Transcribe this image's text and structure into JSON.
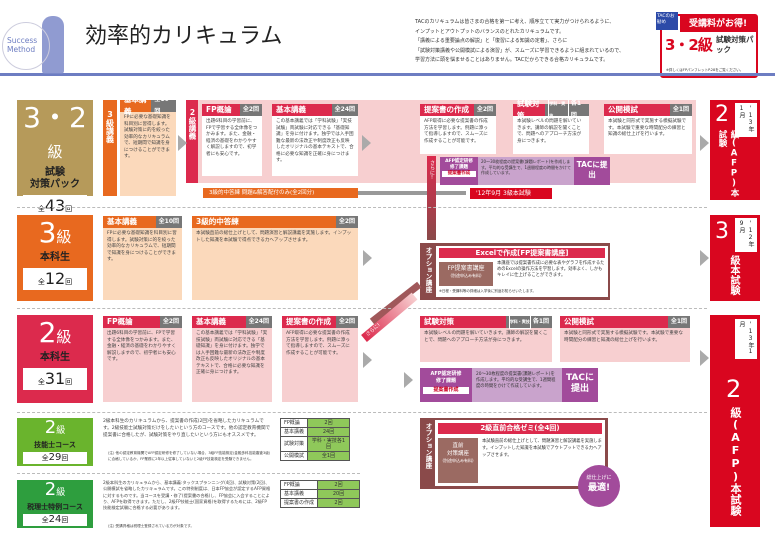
{
  "header": {
    "logo_line1": "Success",
    "logo_line2": "Method",
    "title": "効率的カリキュラム",
    "intro": [
      "TACのカリキュラムは皆さまの合格を第一に考え、順序立てて実力がつけられるように、",
      "インプットとアウトプットのバランスのとれたカリキュラムです。",
      "「講義による重要論点の解説」と「復習による知識の定着」、さらに",
      "「試験対策講義や公開模試による演習」が、スムーズに学習できるように組まれているので、",
      "学習方法に頭を悩ませることはありません。TACだからできる合格カリキュラムです。"
    ],
    "badge": {
      "tag": "TACのお勧め",
      "headline": "受講料がお得!",
      "grade": "3・2級",
      "name": "試験対策パック",
      "note": "※詳しくはFPパンフレットP.28をご覧ください。"
    }
  },
  "rows": {
    "pack": {
      "grade": "3・2",
      "kyu": "級",
      "name1": "試験",
      "name2": "対策パック",
      "total_prefix": "全",
      "total": "43",
      "total_suffix": "回",
      "strip3": "3級講義",
      "strip2": "2級講義",
      "c1": {
        "title": "基本講義",
        "count": "全10回",
        "body": "FPに必要な基礎知識を科目別に習得します。試験対策に的を絞った効率的なカリキュラムで、短期間で知識を身につけることができます。"
      },
      "c2": {
        "title": "FP概論",
        "count": "全2回",
        "body": "出題6科目の学習前に、FPで学習する全体像をつかみます。また、金融・経済の基礎をわかりやすく解説しますので、初学者にも安心です。"
      },
      "c3": {
        "title": "基本講義",
        "count": "全24回",
        "body": "この基本講義では「学科試験」「実技試験」両試験に対応できる「基礎知識」を身に付けます。独学では入手困難な最新の法改正や制度改正も反映したオリジナルの基本テキストで、合格に必要な知識を正確に身につけます。"
      },
      "c4": {
        "title": "提案書の作成",
        "count": "全2回",
        "body": "AFP取得に必要な提案書の作成方法を学習します。例題に添って指導しますので、スムーズに作成することが可能です。"
      },
      "c5": {
        "title": "試験対策",
        "count": "各1回",
        "tag": "学科・実技",
        "body": "本試験レベルの問題を解いていきます。講師の解説を聞くことで、問題へのアプローチ方法が身につきます。"
      },
      "c6": {
        "title": "公開模試",
        "count": "全1回",
        "body": "本試験と同形式で実施する模擬試験です。本試験で重要な時間配分の練習と知識の総仕上げを行います。"
      },
      "bar": "3級的中答練 問題&解答配付のみ(全2回分)",
      "exam3": "'12年9月 3級本試験",
      "sarani": "さらに!",
      "afp": {
        "label1": "AFP認定研修",
        "label2": "修了課題",
        "label3": "提案書作成",
        "body": "20〜30枚程度の提案書(課題レポート)を作成します。平均的な受講生で、1週間程度の時間をかけて作成しています。",
        "submit": "TACに提出"
      },
      "exam": {
        "date": "'13年1月",
        "grade": "2",
        "name": "級(AFP)本試験"
      }
    },
    "kyu3": {
      "grade": "3",
      "kyu": "級",
      "name": "本科生",
      "total_prefix": "全",
      "total": "12",
      "total_suffix": "回",
      "c1": {
        "title": "基本講義",
        "count": "全10回",
        "body": "FPに必要な基礎知識を科目別に習得します。試験対策に的を絞った効率的なカリキュラムで、短期間で知識を身につけることができます。"
      },
      "c2": {
        "title": "3級的中答練",
        "count": "全2回",
        "body": "本試験直前の総仕上げとして、問題演習と解説講義を実施します。インプットした知識を本試験で得点できる力へアップさせます。"
      },
      "exam": {
        "date": "'12年9月",
        "grade": "3",
        "name": "級本試験"
      }
    },
    "option1": {
      "label": "オプション講座",
      "title": "Excelで作成[FP提案書講座]",
      "sub1": "FP提案書講座",
      "sub2": "(別途申込み有料)",
      "body": "本講座では提案書作成に必要な表やグラフを作成するためのExcelの操作方法を学習します。効率よく、しかもキレイに仕上げることができます。",
      "note": "※日程・受講料等の詳細は入学後に別途お知らせいたします。"
    },
    "kyu2": {
      "grade": "2",
      "kyu": "級",
      "name": "本科生",
      "total_prefix": "全",
      "total": "31",
      "total_suffix": "回",
      "c1": {
        "title": "FP概論",
        "count": "全2回",
        "body": "出題6科目の学習前に、FPで学習する全体像をつかみます。また、金融・経済の基礎をわかりやすく解説しますので、初学者にも安心です。"
      },
      "c2": {
        "title": "基本講義",
        "count": "全24回",
        "body": "この基本講義では「学科試験」「実技試験」両試験に対応できる「基礎知識」を身に付けます。独学では入手困難な最新の法改正や制度改正も反映したオリジナルの基本テキストで、合格に必要な知識を正確に身につけます。"
      },
      "c3": {
        "title": "提案書の作成",
        "count": "全2回",
        "body": "AFP取得に必要な提案書の作成方法を学習します。例題に添って指導しますので、スムーズに作成することが可能です。"
      },
      "c4": {
        "title": "試験対策",
        "count": "各1回",
        "tag": "学科・実技",
        "body": "本試験レベルの問題を解いていきます。講師の解説を聞くことで、問題へのアプローチ方法が身につきます。"
      },
      "c5": {
        "title": "公開模試",
        "count": "全1回",
        "body": "本試験と同形式で実施する模擬試験です。本試験で重要な時間配分の練習と知識の総仕上げを行います。"
      },
      "sarani": "さらに!",
      "afp": {
        "label1": "AFP認定研修",
        "label2": "修了課題",
        "label3": "提案書作成",
        "body": "20〜30枚程度の提案書(課題レポート)を作成します。平均的な受講生で、1週間程度の時間をかけて作成しています。",
        "submit": "TACに提出"
      },
      "exam": {
        "date": "'13年1月",
        "grade": "2",
        "name": "級(AFP)本試験"
      }
    },
    "ginou": {
      "grade": "2",
      "kyu": "級",
      "name": "技能士コース",
      "total_prefix": "全",
      "total": "29",
      "total_suffix": "回",
      "body": "2級本科生のカリキュラムから、提案書の作成(2回)を省略したカリキュラムです。2級技能士試験対策だけをしたいという方のコースです。他の認定教育機関で提案書に合格したが、試験対策をやり直したいという方にもオススメです。",
      "note": "(注) 他の認定教育機関でAFP認定研修を修了していない場合、3級FP技能検定(金融多科技能審査3級)に合格しているか、FP業務に2年以上従事していないと2級FP技能検定を受験できません。",
      "table": [
        [
          "FP概論",
          "2回"
        ],
        [
          "基本講義",
          "24回"
        ],
        [
          "試験対策",
          "学科・実技各1回"
        ],
        [
          "公開模試",
          "全1回"
        ]
      ]
    },
    "zeirishi": {
      "grade": "2",
      "kyu": "級",
      "name": "税理士特例コース",
      "total_prefix": "全",
      "total": "24",
      "total_suffix": "回",
      "body": "2級本科生のカリキュラムから、基本講義:タックスプランニング(4回)、試験対策(2回)、公開模試を省略したカリキュラムです。この特例制度は、日本FP協会が認定するAFP資格に対するものです。当コースを受講・修了(提案書の合格)し、FP協会に入会することにより、AFPを取得できます。ただし、2級FP技能士(国家資格)を取得するためには、2級FP技能検定試験に合格する必要があります。",
      "note": "(注) 受講資格は税理士登録されている方が対象です。",
      "table": [
        [
          "FP概論",
          "2回"
        ],
        [
          "基本講義",
          "20回"
        ],
        [
          "提案書の作成",
          "2回"
        ]
      ]
    },
    "option2": {
      "label": "オプション講座",
      "title": "2級直前合格ゼミ(全4回)",
      "sub1": "直前",
      "sub2": "対策講座",
      "sub3": "(別途申込み有料)",
      "body": "本試験直前の総仕上げとして、問題演習と解説講義を実施します。インプットした知識を本試験でアウトプットできる力へアップさせます。",
      "bubble1": "総仕上げに",
      "bubble2": "最適!"
    }
  },
  "colors": {
    "tan": "#b69a5a",
    "orange": "#e8691f",
    "crimson": "#dc2a4d",
    "red": "#d9061f",
    "pink": "#f7cfd0",
    "peach": "#fbd9bb",
    "purple": "#a24b9b",
    "green": "#6ab42d",
    "maroon": "#8a4a4a",
    "blue": "#6d7dc2"
  }
}
